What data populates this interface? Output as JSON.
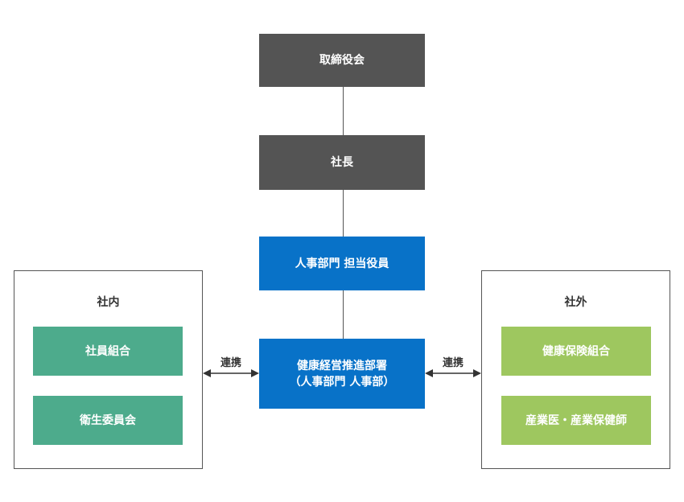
{
  "hierarchy": {
    "board": "取締役会",
    "president": "社長",
    "hr_officer": "人事部門 担当役員",
    "promotion_dept": {
      "line1": "健康経営推進部署",
      "line2": "（人事部門 人事部）"
    }
  },
  "internal": {
    "title": "社内",
    "items": [
      "社員組合",
      "衛生委員会"
    ]
  },
  "external": {
    "title": "社外",
    "items": [
      "健康保険組合",
      "産業医・産業保健師"
    ]
  },
  "links": {
    "left_label": "連携",
    "right_label": "連携"
  },
  "colors": {
    "executive": "#545454",
    "hr": "#0872c8",
    "internal": "#4dab8c",
    "external": "#9ec75f",
    "border": "#555555"
  }
}
